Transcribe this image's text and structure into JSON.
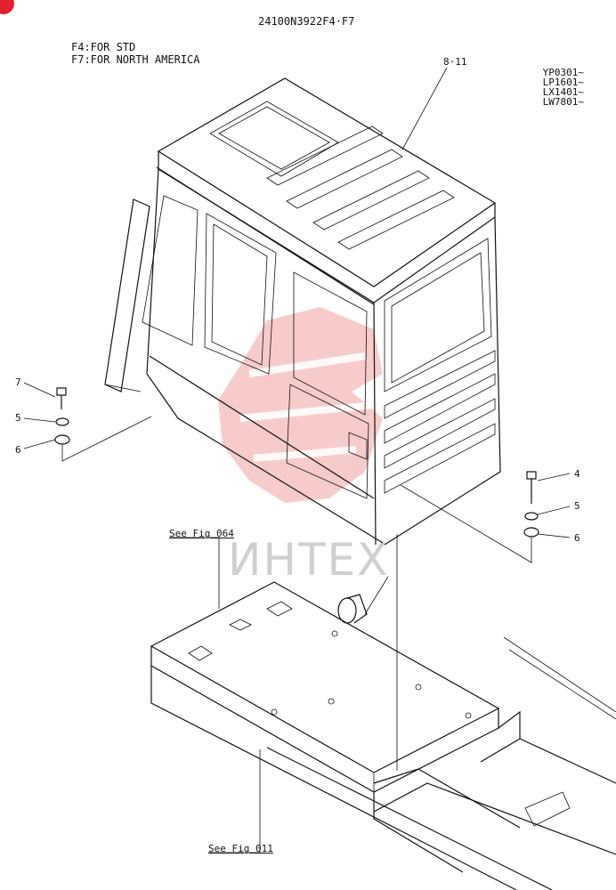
{
  "header": {
    "part_number": "24100N3922F4·F7"
  },
  "notes": [
    "F4:FOR STD",
    "F7:FOR NORTH AMERICA"
  ],
  "serials": [
    "YP0301~",
    "LP1601~",
    "LX1401~",
    "LW7801~"
  ],
  "callouts": {
    "main": "8·11",
    "bolt_left": "7",
    "washer_left": "5",
    "plate_left": "6",
    "bolt_right": "4",
    "washer_right": "5",
    "plate_right": "6"
  },
  "references": {
    "fig_top": "See Fig 064",
    "fig_bottom": "See Fig 011"
  },
  "watermark": {
    "text": "ИНТЕХ",
    "color": "#e0202a"
  }
}
